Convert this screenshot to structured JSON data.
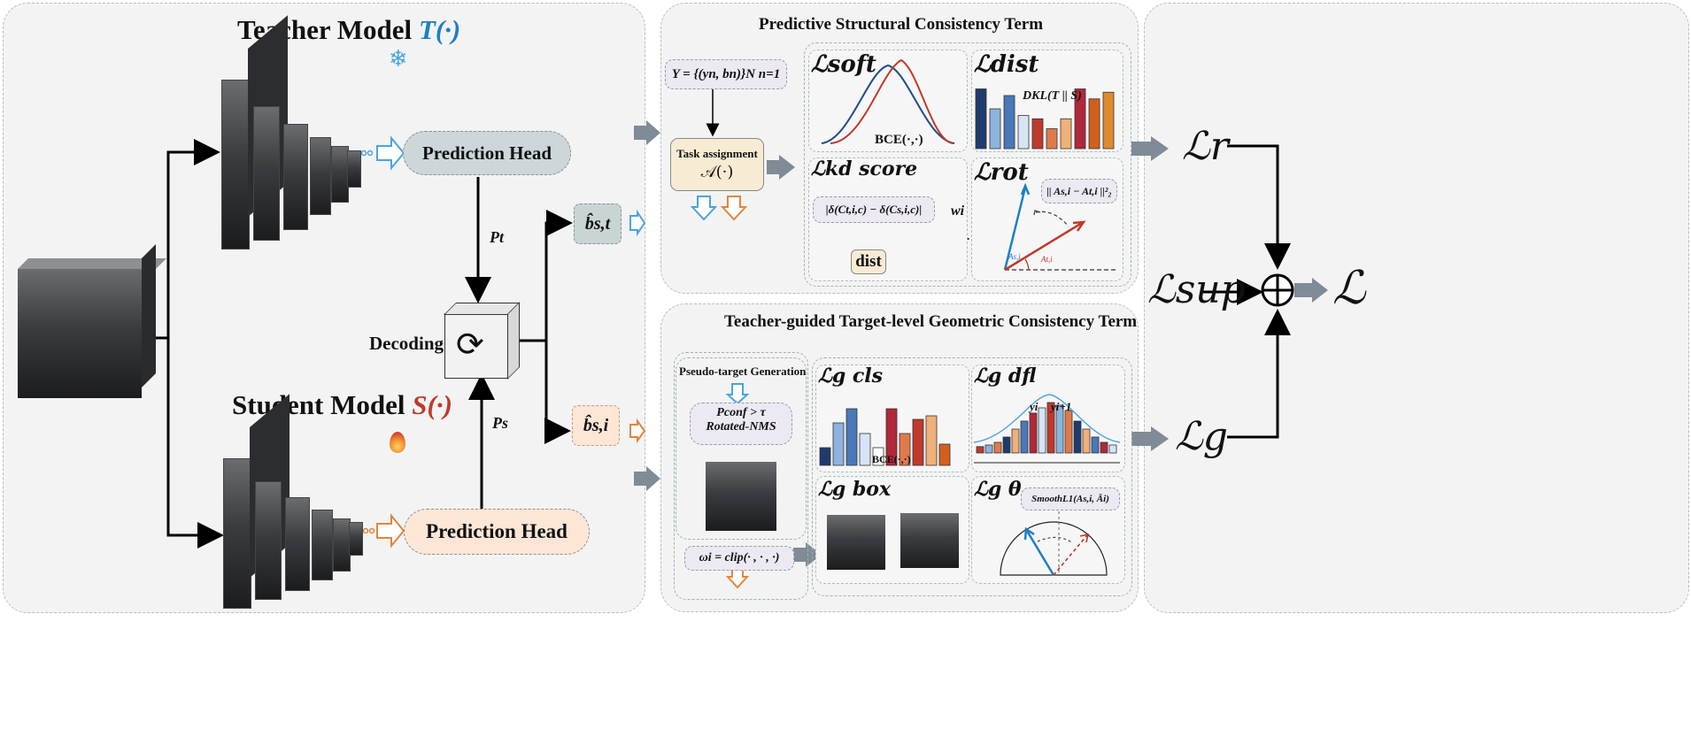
{
  "teacher": {
    "title": "Teacher  Model ",
    "fn": "T(·)",
    "head": "Prediction Head"
  },
  "student": {
    "title": "Student  Model ",
    "fn": "S(·)",
    "head": "Prediction Head"
  },
  "flow": {
    "pt": "Pt",
    "ps": "Ps",
    "decoding": "Decoding",
    "bst": "b̂s,t",
    "bsi": "b̂s,i"
  },
  "top": {
    "title": "Predictive Structural Consistency Term",
    "y_set": "Y = {(yn, bn)}N n=1",
    "task_assign": "Task assignment",
    "task_fn": "𝒜(·)",
    "soft_label": "ℒsoft",
    "bce": "BCE(·,·)",
    "dist_label": "ℒdist",
    "dkl": "DKL(T || S)",
    "score_label": "ℒkd score",
    "delta": "|δ(Ct,i,c) − δ(Cs,i,c)|",
    "wi": "wi",
    "dist_box": "dist",
    "rot_label": "ℒrot",
    "rot_norm": "|| As,i − At,i ||²₂",
    "as": "As,i",
    "at": "At,i"
  },
  "bottom": {
    "title": "Teacher-guided Target-level Geometric Consistency Term",
    "pseudo": "Pseudo-target Generation",
    "pconf": "Pconf > τ",
    "nms": "Rotated-NMS",
    "omega": "ωi = clip(· , · , ·)",
    "cls_label": "ℒg cls",
    "bce": "BCE(·,·)",
    "dfl_label": "ℒg dfl",
    "yi": "yi",
    "yi1": "yi+1",
    "box_label": "ℒg box",
    "theta_label": "ℒg θ",
    "smooth": "SmoothL1(As,i, Āi)"
  },
  "right": {
    "lr": "ℒr",
    "lsup": "ℒsup",
    "lg": "ℒg",
    "l": "ℒ"
  },
  "colors": {
    "teacher_blue": "#1f7fc4",
    "student_red": "#c0392b",
    "head_teacher": "#cdd6d8",
    "head_student": "#fde6d6"
  },
  "chart_data": [
    {
      "type": "bar",
      "name_ref": "dist",
      "values": [
        0.9,
        0.6,
        0.8,
        0.5,
        0.45,
        0.3,
        0.45,
        0.9,
        0.75,
        0.85
      ]
    },
    {
      "type": "bar",
      "name_ref": "cls",
      "values": [
        0.25,
        0.6,
        0.8,
        0.45,
        0.25,
        0.8,
        0.45,
        0.65,
        0.7,
        0.3
      ]
    },
    {
      "type": "bar",
      "name_ref": "dfl",
      "values": [
        0.12,
        0.15,
        0.2,
        0.3,
        0.45,
        0.6,
        0.75,
        0.85,
        0.95,
        0.9,
        0.8,
        0.6,
        0.45,
        0.3,
        0.2,
        0.15
      ]
    }
  ]
}
